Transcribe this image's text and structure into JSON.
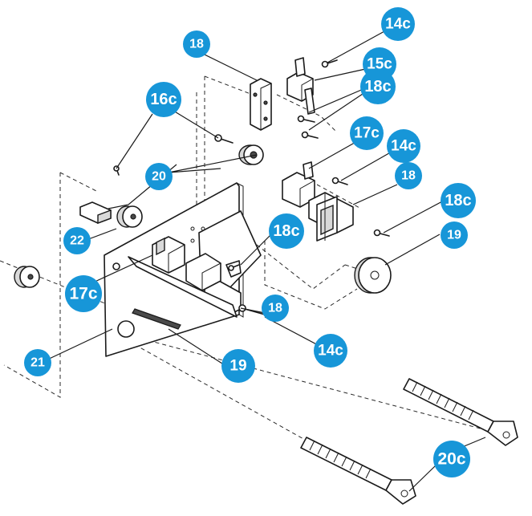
{
  "callouts": [
    {
      "id": "c-18-top",
      "label": "18"
    },
    {
      "id": "c-14c-top",
      "label": "14c"
    },
    {
      "id": "c-15c",
      "label": "15c"
    },
    {
      "id": "c-18c-top",
      "label": "18c"
    },
    {
      "id": "c-16c",
      "label": "16c"
    },
    {
      "id": "c-17c-right",
      "label": "17c"
    },
    {
      "id": "c-14c-mid",
      "label": "14c"
    },
    {
      "id": "c-20",
      "label": "20"
    },
    {
      "id": "c-18-mid",
      "label": "18"
    },
    {
      "id": "c-18c-right",
      "label": "18c"
    },
    {
      "id": "c-22",
      "label": "22"
    },
    {
      "id": "c-18c-center",
      "label": "18c"
    },
    {
      "id": "c-19-right",
      "label": "19"
    },
    {
      "id": "c-17c-left",
      "label": "17c"
    },
    {
      "id": "c-18-low",
      "label": "18"
    },
    {
      "id": "c-14c-low",
      "label": "14c"
    },
    {
      "id": "c-21",
      "label": "21"
    },
    {
      "id": "c-19-low",
      "label": "19"
    },
    {
      "id": "c-20c",
      "label": "20c"
    }
  ],
  "colors": {
    "badge": "#1796d8",
    "badge_text": "#ffffff",
    "line": "#1a1a1a"
  }
}
